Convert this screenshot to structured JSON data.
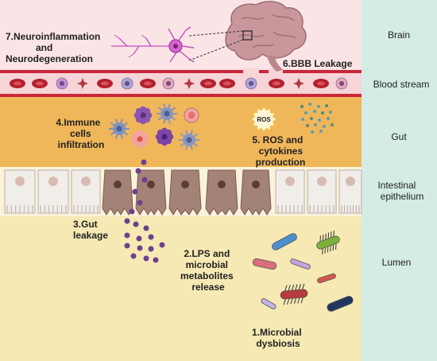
{
  "colors": {
    "brain_band": "#fbe4e6",
    "blood_band": "#f6d4d7",
    "gut_band": "#f0b65a",
    "epithelium_band": "#fbf2da",
    "lumen_band": "#f6e9b3",
    "side_panel": "#d5ece6",
    "red_blood_cell": "#b3202b",
    "dead_cell": "#a48377",
    "healthy_cell": "#f1ede8",
    "lps_particle": "#6e3f8e"
  },
  "labels": {
    "neuro": [
      "7.Neuroinflammation",
      "and",
      "Neurodegeneration"
    ],
    "bbb": "6.BBB Leakage",
    "immune": [
      "4.Immune",
      "cells",
      "infiltration"
    ],
    "ros_badge": "ROS",
    "ros": [
      "5. ROS and",
      "cytokines",
      "production"
    ],
    "gut_leak": [
      "3.Gut",
      "leakage"
    ],
    "lps": [
      "2.LPS and",
      "microbial",
      "metabolites",
      "release"
    ],
    "dysbiosis": [
      "1.Microbial",
      "dysbiosis"
    ]
  },
  "side_labels": {
    "brain": "Brain",
    "blood": "Blood stream",
    "gut": "Gut",
    "epithelium": [
      "Intestinal",
      "epithelium"
    ],
    "lumen": "Lumen"
  },
  "icons": [
    "brain-icon",
    "neuron-icon",
    "red-blood-cell-icon",
    "immune-cell-icon",
    "ros-badge-icon",
    "cytokine-dots-icon",
    "epithelial-cell-icon",
    "lps-particle-icon",
    "bacterium-icon"
  ]
}
